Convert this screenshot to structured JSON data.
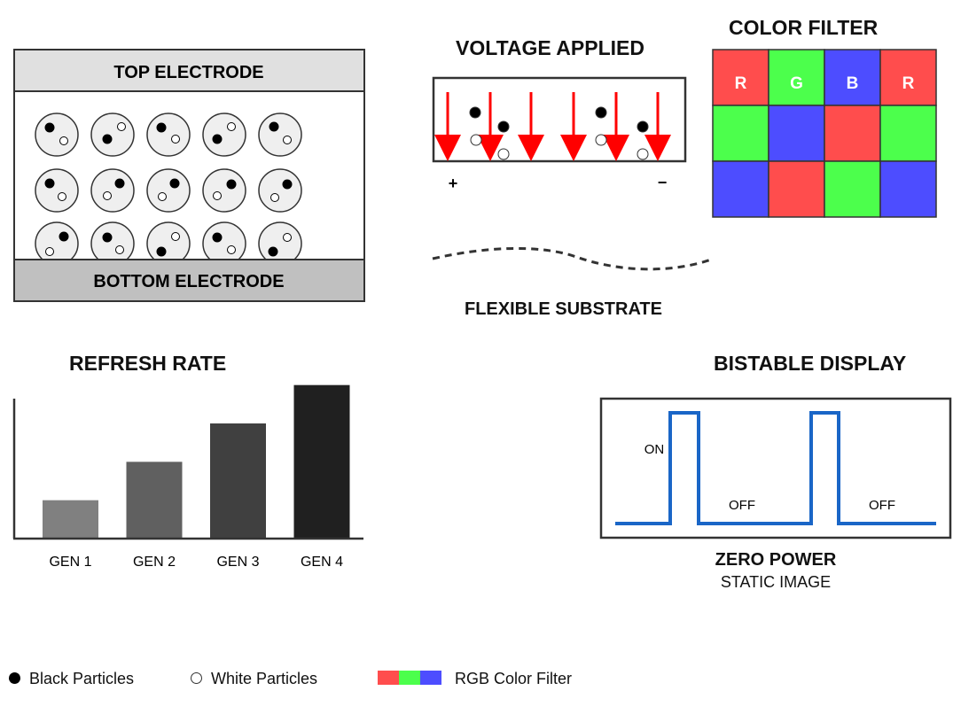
{
  "cell": {
    "top_electrode": "TOP ELECTRODE",
    "bottom_electrode": "BOTTOM ELECTRODE"
  },
  "voltage": {
    "title": "VOLTAGE APPLIED",
    "plus": "+",
    "minus": "−"
  },
  "color_filter": {
    "title": "COLOR FILTER",
    "grid": [
      [
        "#ff4d4d",
        "#4cff4c",
        "#4d4dff",
        "#ff4d4d"
      ],
      [
        "#4cff4c",
        "#4d4dff",
        "#ff4d4d",
        "#4cff4c"
      ],
      [
        "#4d4dff",
        "#ff4d4d",
        "#4cff4c",
        "#4d4dff"
      ]
    ],
    "top_labels": [
      "R",
      "G",
      "B",
      "R"
    ]
  },
  "substrate": {
    "label": "FLEXIBLE SUBSTRATE"
  },
  "refresh": {
    "title": "REFRESH RATE"
  },
  "chart_data": {
    "type": "bar",
    "title": "REFRESH RATE",
    "categories": [
      "GEN 1",
      "GEN 2",
      "GEN 3",
      "GEN 4"
    ],
    "values": [
      1,
      2,
      3,
      4
    ],
    "colors": [
      "#808080",
      "#606060",
      "#404040",
      "#202020"
    ],
    "xlabel": "",
    "ylabel": "",
    "ylim": [
      0,
      4.2
    ]
  },
  "bistable": {
    "title": "BISTABLE DISPLAY",
    "on_label": "ON",
    "off_label_1": "OFF",
    "off_label_2": "OFF",
    "caption_bold": "ZERO POWER",
    "caption": "STATIC IMAGE",
    "line_color": "#1a66c7"
  },
  "legend": {
    "black": "Black Particles",
    "white": "White Particles",
    "rgb": "RGB Color Filter"
  }
}
